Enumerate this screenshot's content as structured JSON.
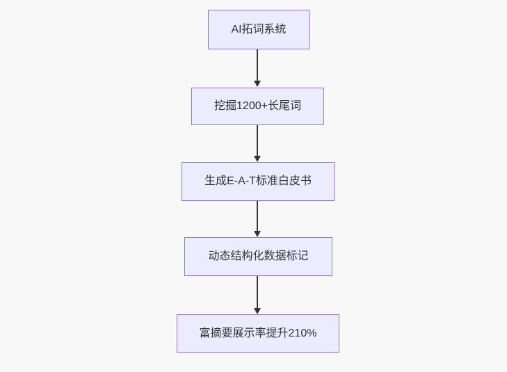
{
  "flowchart": {
    "type": "flowchart-top-down",
    "nodes": [
      {
        "id": "A",
        "label": "AI拓词系统"
      },
      {
        "id": "B",
        "label": "挖掘1200+长尾词"
      },
      {
        "id": "C",
        "label": "生成E-A-T标准白皮书"
      },
      {
        "id": "D",
        "label": "动态结构化数据标记"
      },
      {
        "id": "E",
        "label": "富摘要展示率提升210%"
      }
    ],
    "edges": [
      {
        "from": "A",
        "to": "B"
      },
      {
        "from": "B",
        "to": "C"
      },
      {
        "from": "C",
        "to": "D"
      },
      {
        "from": "D",
        "to": "E"
      }
    ]
  },
  "colors": {
    "background": "#f8f8f8",
    "node_fill": "#ececff",
    "node_border": "#9370db",
    "node_text": "#333333",
    "arrow": "#333333"
  }
}
